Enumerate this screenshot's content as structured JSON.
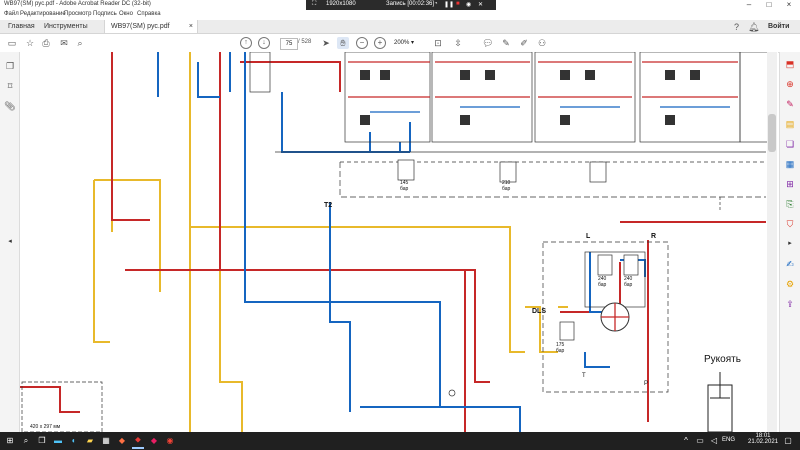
{
  "window": {
    "title": "WB97(SM) рус.pdf - Adobe Acrobat Reader DC (32-bit)"
  },
  "recorder": {
    "resolution": "1920x1080",
    "recording": "Запись [00:02:36]"
  },
  "menu": {
    "items": [
      "Файл",
      "Редактирование",
      "Просмотр",
      "Подпись",
      "Окно",
      "Справка"
    ]
  },
  "tabs": {
    "home": "Главная",
    "tools": "Инструменты",
    "document": "WB97(SM) рус.pdf",
    "sign_in": "Войти"
  },
  "toolbar": {
    "page_current": "75",
    "page_total": "/ 528",
    "zoom": "200%"
  },
  "drawing": {
    "label_t2": "T2",
    "label_l": "L",
    "label_r": "R",
    "label_dls": "DLS",
    "label_t_bottom": "T",
    "label_p_bottom": "P",
    "valve_145": "145",
    "valve_210": "210",
    "valve_240a": "240",
    "valve_240b": "240",
    "valve_175": "175",
    "unit_bar": "бар",
    "rukoyat": "Рукоять",
    "sheet_size": "420 x 297 мм"
  },
  "taskbar": {
    "language": "ENG",
    "time": "18:01",
    "date": "21.02.2021"
  }
}
